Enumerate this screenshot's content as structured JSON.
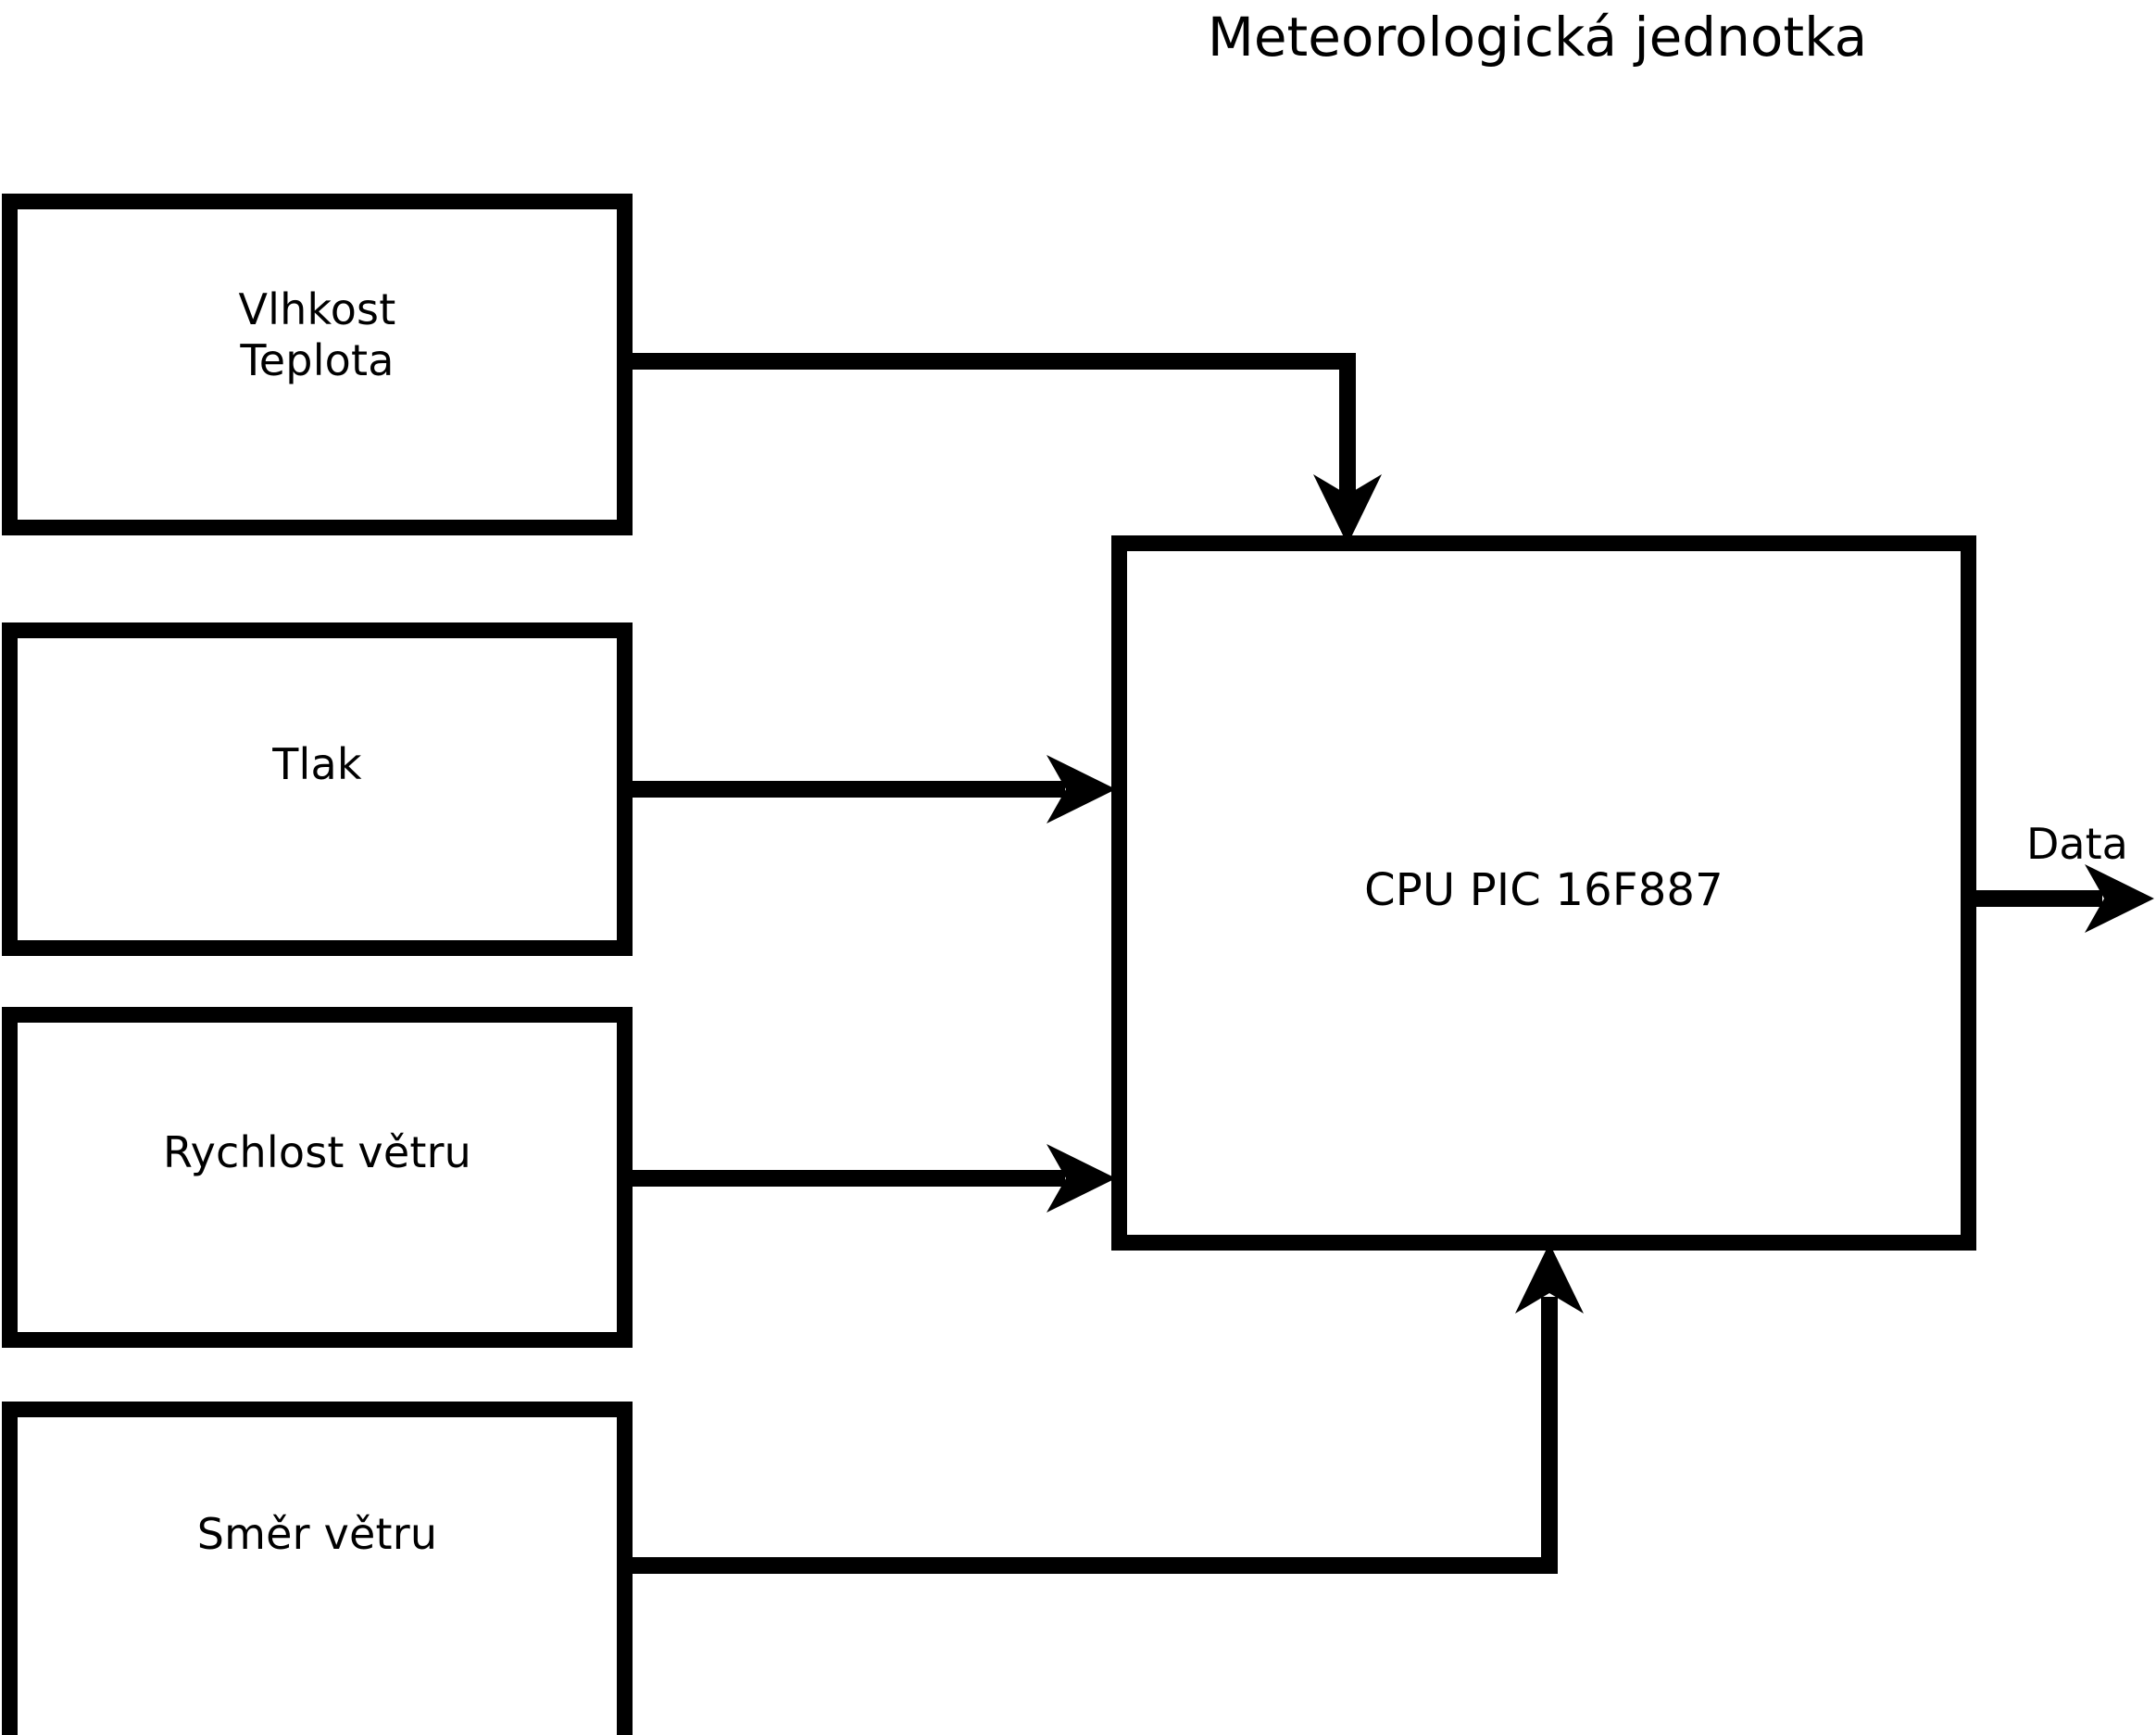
{
  "diagram": {
    "title": "Meteorologická jednotka",
    "background_color": "#ffffff",
    "stroke_color": "#000000",
    "sensor_nodes": [
      {
        "id": "humidity-temperature",
        "label": "Vlhkost\nTeplota"
      },
      {
        "id": "pressure",
        "label": "Tlak"
      },
      {
        "id": "wind-speed",
        "label": "Rychlost větru"
      },
      {
        "id": "wind-direction",
        "label": "Směr větru"
      }
    ],
    "processor_node": {
      "id": "cpu",
      "label": "CPU PIC 16F887"
    },
    "output": {
      "label": "Data"
    },
    "connections": [
      {
        "from": "humidity-temperature",
        "to": "cpu",
        "style": "elbow",
        "arrowhead": "down"
      },
      {
        "from": "pressure",
        "to": "cpu",
        "style": "straight",
        "arrowhead": "right"
      },
      {
        "from": "wind-speed",
        "to": "cpu",
        "style": "straight",
        "arrowhead": "right"
      },
      {
        "from": "wind-direction",
        "to": "cpu",
        "style": "elbow",
        "arrowhead": "up"
      },
      {
        "from": "cpu",
        "to": "output",
        "style": "straight",
        "arrowhead": "right"
      }
    ]
  }
}
